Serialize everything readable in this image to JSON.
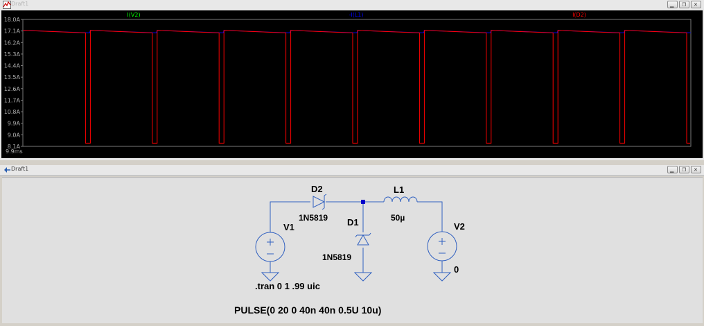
{
  "waveform_window": {
    "title": "Draft1",
    "traces": [
      {
        "label": "I(V2)",
        "color": "#00ff00"
      },
      {
        "label": "-I(L1)",
        "color": "#0000ff"
      },
      {
        "label": "I(D2)",
        "color": "#ff0000"
      }
    ],
    "y_ticks": [
      "18.0A",
      "17.1A",
      "16.2A",
      "15.3A",
      "14.4A",
      "13.5A",
      "12.6A",
      "11.7A",
      "10.8A",
      "9.9A",
      "9.0A",
      "8.1A"
    ],
    "x_tick": "9.9ms"
  },
  "schematic_window": {
    "title": "Draft1",
    "components": {
      "v1": "V1",
      "v2": "V2",
      "d1": "D1",
      "d1_model": "1N5819",
      "d2": "D2",
      "d2_model": "1N5819",
      "l1": "L1",
      "l1_value": "50µ",
      "v2_value": "0"
    },
    "directive": ".tran 0 1 .99 uic",
    "v1_source": "PULSE(0 20 0 40n 40n 0.5U 10u)"
  },
  "chart_data": {
    "type": "line",
    "title": "",
    "xlabel": "",
    "ylabel": "",
    "ylim": [
      8.1,
      18.0
    ],
    "x_tick_labels": [
      "9.9ms"
    ],
    "series": [
      {
        "name": "I(V2)",
        "color": "#00ff00",
        "values": []
      },
      {
        "name": "-I(L1)",
        "color": "#0000ff",
        "values": [
          17.15,
          16.95,
          17.15,
          16.95,
          17.15,
          16.95,
          17.15,
          16.95,
          17.15,
          16.95,
          17.15,
          16.95,
          17.15,
          16.95,
          17.15,
          16.95,
          17.15,
          16.95,
          17.15,
          16.95
        ]
      },
      {
        "name": "I(D2)",
        "color": "#ff0000",
        "values": [
          17.15,
          16.95,
          8.35,
          8.35,
          17.15,
          16.95,
          8.35,
          8.35,
          17.15,
          16.95,
          8.35,
          8.35
        ]
      }
    ],
    "periods": 10,
    "on_current": [
      17.15,
      16.95
    ],
    "off_current": 8.35,
    "grid": false
  }
}
